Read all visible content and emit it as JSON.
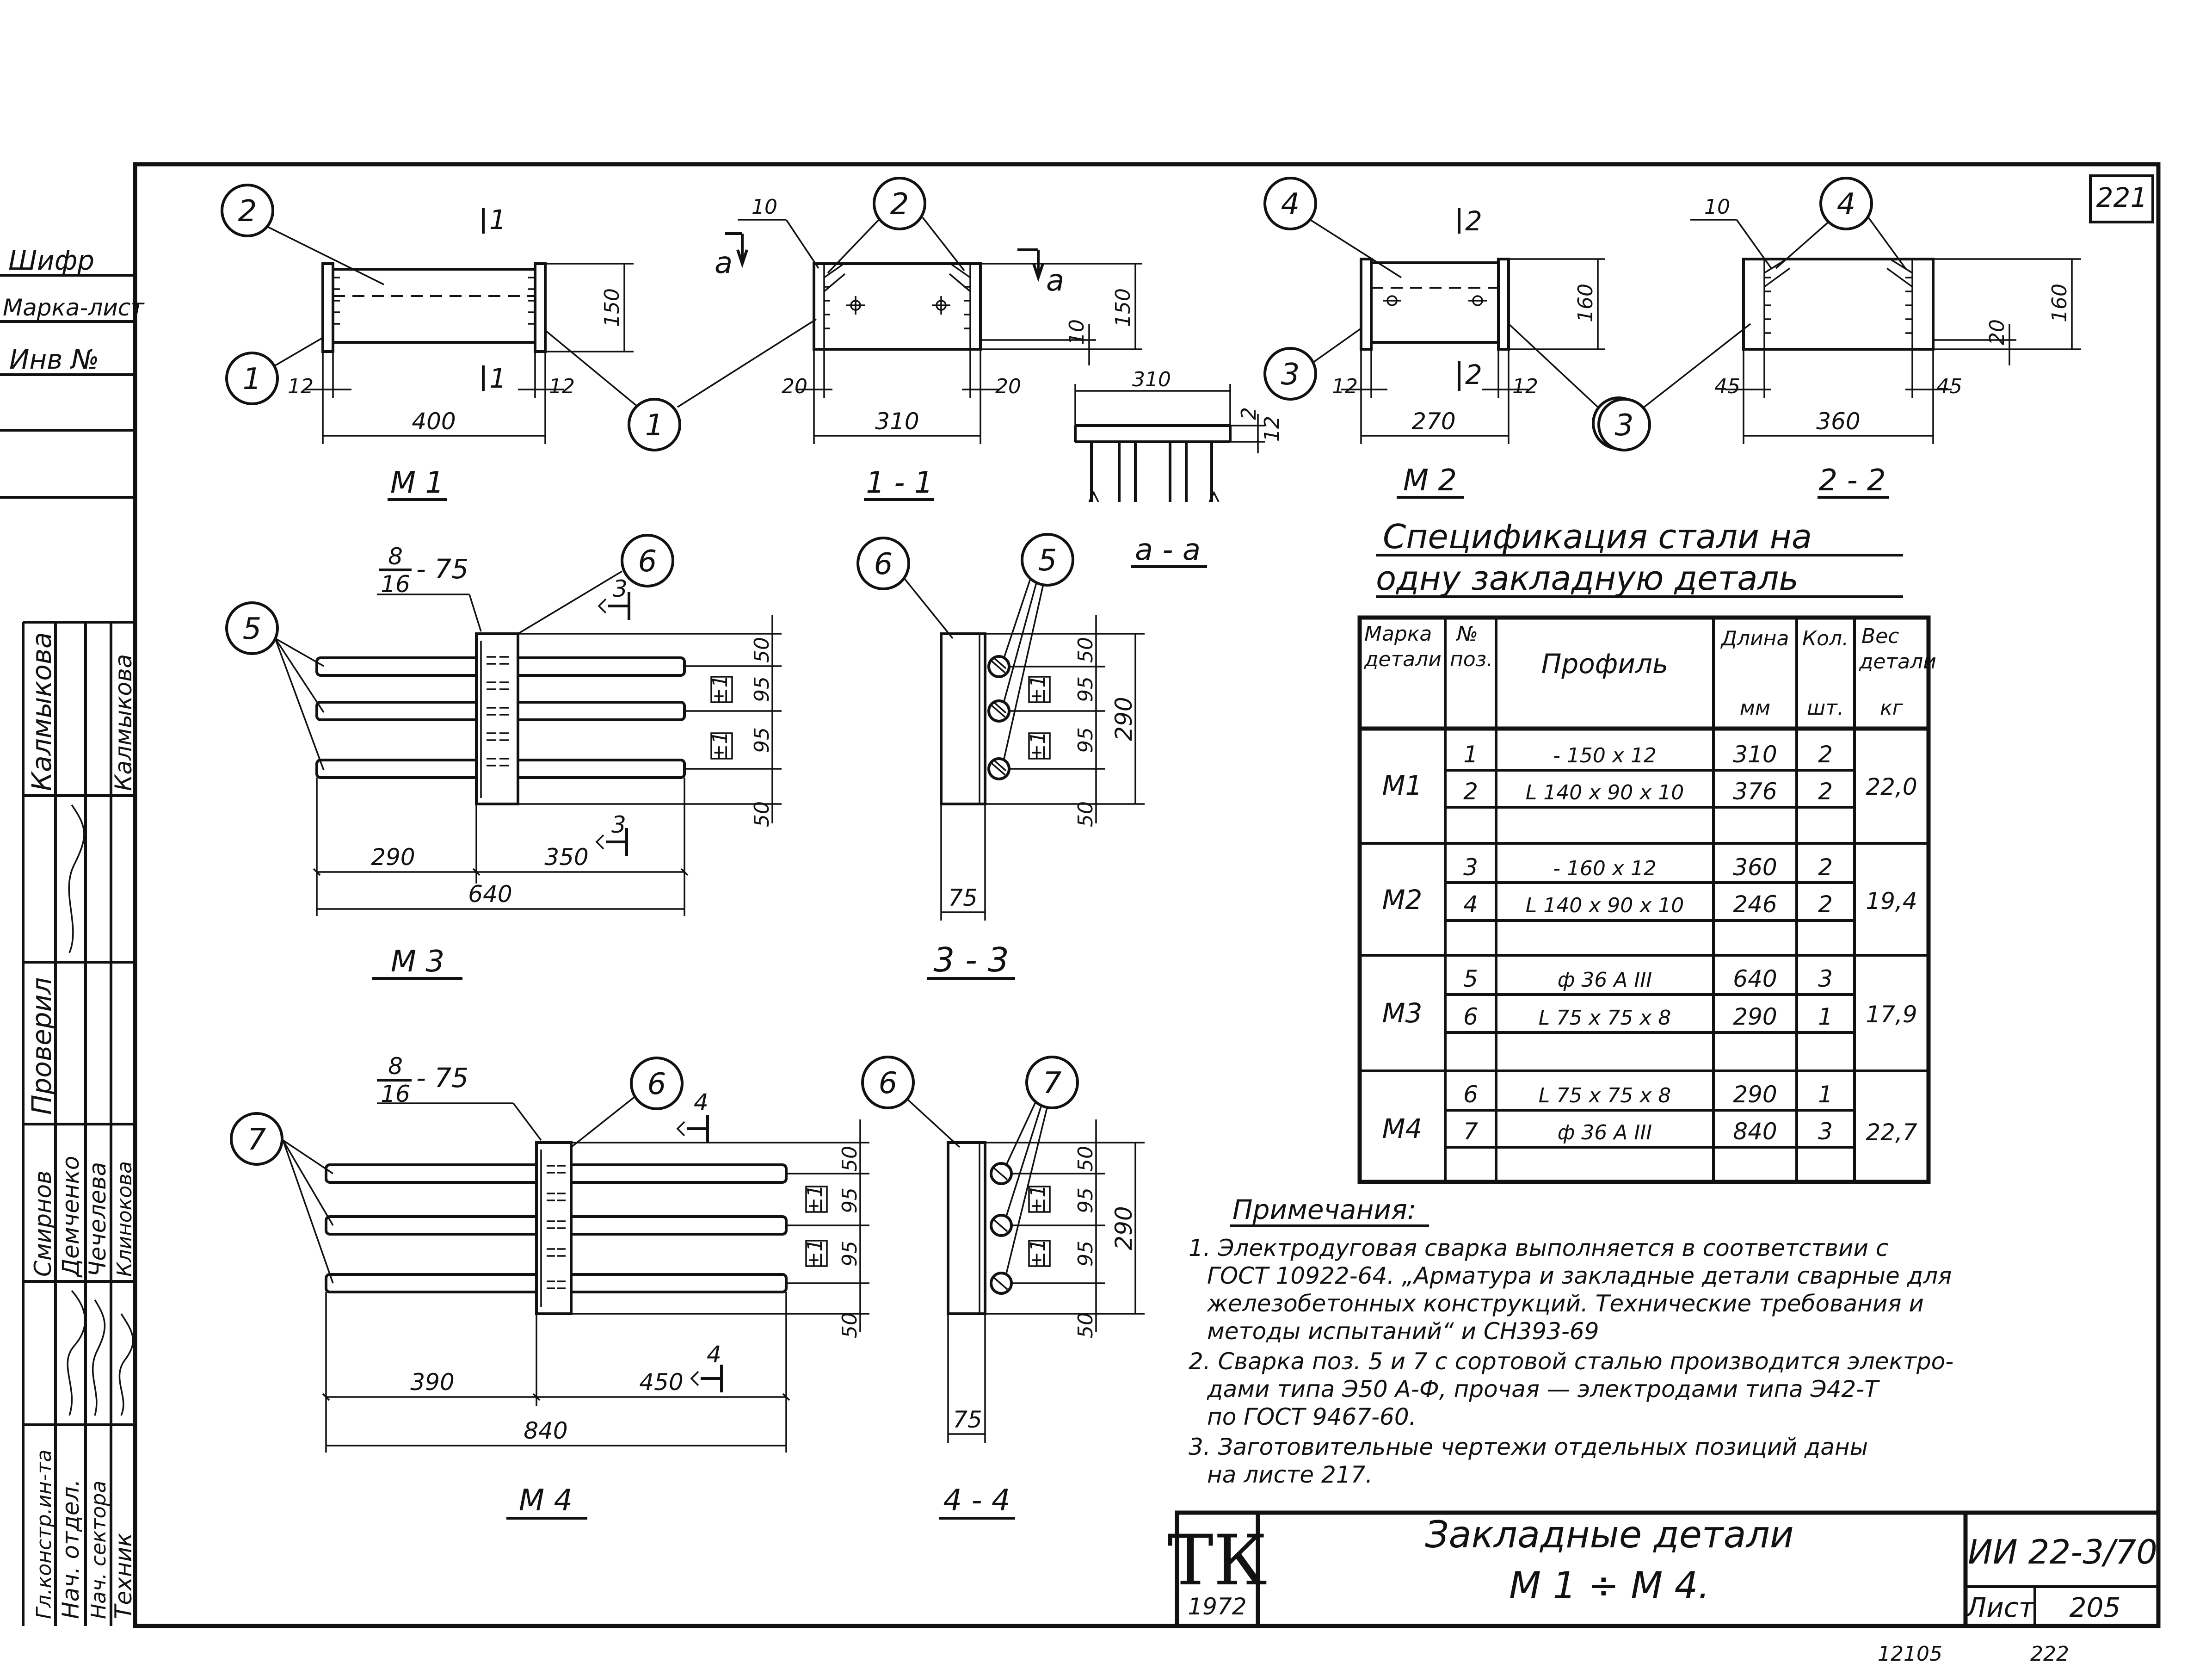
{
  "sheet_corner_number": "221",
  "stamp_left": {
    "labels": [
      "Шифр",
      "Марка-лист",
      "Инв №"
    ],
    "roles": [
      "Гл.констр.ин-та",
      "Нач. отдел.",
      "Нач. сектора",
      "Техник",
      "Проверил"
    ],
    "names": [
      "Смирнов",
      "Демченко",
      "Чечелева",
      "Клинокова",
      "Калмыкова"
    ],
    "rotated_header": "Калмыкова"
  },
  "views": {
    "m1": {
      "title": "М 1",
      "bubbles": [
        "2",
        "1",
        "1"
      ],
      "section_mark": "1",
      "dims": {
        "len": "400",
        "h": "150",
        "end_l": "12",
        "end_r": "12"
      }
    },
    "s11": {
      "title": "1 - 1",
      "bubbles": [
        "2",
        "1"
      ],
      "arrow_label": "а",
      "dims": {
        "len": "310",
        "h": "150",
        "left": "20",
        "right": "20",
        "top": "10",
        "small": "10"
      }
    },
    "aa": {
      "title": "а - а",
      "dims": {
        "len": "310",
        "a": "2",
        "b": "12"
      }
    },
    "m2": {
      "title": "М 2",
      "bubbles": [
        "4",
        "3"
      ],
      "section_mark": "2",
      "dims": {
        "len": "270",
        "h": "160",
        "end_l": "12",
        "end_r": "12"
      }
    },
    "s22": {
      "title": "2 - 2",
      "bubbles": [
        "4",
        "3"
      ],
      "dims": {
        "len": "360",
        "h": "160",
        "left": "45",
        "right": "45",
        "top": "10",
        "small": "20"
      }
    },
    "m3": {
      "title": "М 3",
      "bubbles": [
        "5",
        "6"
      ],
      "weld_note_num": "8",
      "weld_note_den": "16",
      "weld_note_tail": "- 75",
      "section_mark": "3",
      "dims": {
        "left": "290",
        "right": "350",
        "total": "640",
        "v1": "50",
        "v2": "95",
        "v3": "95",
        "v4": "50"
      },
      "tol": "±1"
    },
    "s33": {
      "title": "3 - 3",
      "bubbles": [
        "6",
        "5"
      ],
      "dims": {
        "w": "75",
        "h": "290",
        "v1": "50",
        "v2": "95",
        "v3": "95",
        "v4": "50"
      },
      "tol": "±1"
    },
    "m4": {
      "title": "М 4",
      "bubbles": [
        "7",
        "6"
      ],
      "weld_note_num": "8",
      "weld_note_den": "16",
      "weld_note_tail": "- 75",
      "section_mark": "4",
      "dims": {
        "left": "390",
        "right": "450",
        "total": "840",
        "v1": "50",
        "v2": "95",
        "v3": "95",
        "v4": "50"
      },
      "tol": "±1"
    },
    "s44": {
      "title": "4 - 4",
      "bubbles": [
        "6",
        "7"
      ],
      "dims": {
        "w": "75",
        "h": "290",
        "v1": "50",
        "v2": "95",
        "v3": "95",
        "v4": "50"
      },
      "tol": "±1"
    }
  },
  "spec": {
    "title_line1": "Спецификация стали на",
    "title_line2": "одну закладную деталь",
    "headers": {
      "mark": [
        "Марка",
        "детали"
      ],
      "pos": [
        "№",
        "поз."
      ],
      "profile": "Профиль",
      "length": [
        "Длина",
        "мм"
      ],
      "qty": [
        "Кол.",
        "шт."
      ],
      "weight": [
        "Вес",
        "детали",
        "кг"
      ]
    },
    "groups": [
      {
        "mark": "М1",
        "weight": "22,0",
        "rows": [
          {
            "pos": "1",
            "profile": "- 150 x 12",
            "length": "310",
            "qty": "2"
          },
          {
            "pos": "2",
            "profile": "L 140 x 90 x 10",
            "length": "376",
            "qty": "2"
          }
        ]
      },
      {
        "mark": "М2",
        "weight": "19,4",
        "rows": [
          {
            "pos": "3",
            "profile": "- 160 x 12",
            "length": "360",
            "qty": "2"
          },
          {
            "pos": "4",
            "profile": "L 140 x 90 x 10",
            "length": "246",
            "qty": "2"
          }
        ]
      },
      {
        "mark": "М3",
        "weight": "17,9",
        "rows": [
          {
            "pos": "5",
            "profile": "ф 36 А III",
            "length": "640",
            "qty": "3"
          },
          {
            "pos": "6",
            "profile": "L 75 x 75 x 8",
            "length": "290",
            "qty": "1"
          }
        ]
      },
      {
        "mark": "М4",
        "weight": "22,7",
        "rows": [
          {
            "pos": "6",
            "profile": "L 75 x 75 x 8",
            "length": "290",
            "qty": "1"
          },
          {
            "pos": "7",
            "profile": "ф 36 А III",
            "length": "840",
            "qty": "3"
          }
        ]
      }
    ]
  },
  "notes": {
    "title": "Примечания:",
    "lines": [
      "1. Электродуговая сварка выполняется в соответствии с",
      "ГОСТ 10922-64. „Арматура и закладные детали сварные для",
      "железобетонных конструкций. Технические требования и",
      "методы испытаний“ и СН393-69",
      "2. Сварка поз. 5 и 7 с сортовой сталью производится электро-",
      "дами типа Э50 А-Ф, прочая — электродами типа Э42-Т",
      "по ГОСТ 9467-60.",
      "3. Заготовительные чертежи отдельных позиций даны",
      "на листе 217."
    ]
  },
  "title_block": {
    "logo": "ТК",
    "year": "1972",
    "title_line1": "Закладные детали",
    "title_line2": "М 1 ÷ М 4.",
    "code": "ИИ 22-3/70",
    "sheet_label": "Лист",
    "sheet_no": "205"
  },
  "bottom_margin_text": [
    "12105",
    "222"
  ]
}
